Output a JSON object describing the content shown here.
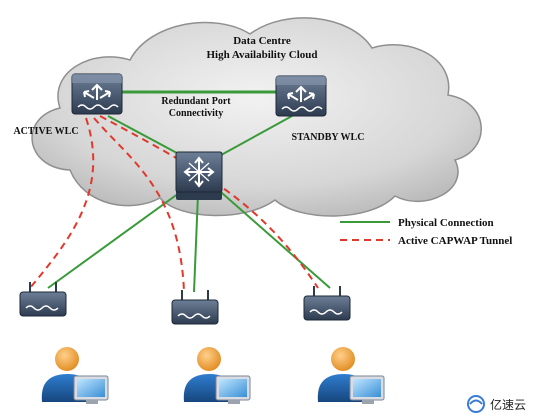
{
  "cloud": {
    "title_line1": "Data Centre",
    "title_line2": "High Availability Cloud"
  },
  "link_label_line1": "Redundant Port",
  "link_label_line2": "Connectivity",
  "nodes": {
    "active_wlc": "ACTIVE WLC",
    "standby_wlc": "STANDBY WLC"
  },
  "legend": {
    "physical": "Physical Connection",
    "capwap": "Active CAPWAP Tunnel"
  },
  "watermark": "亿速云",
  "colors": {
    "physical": "#3a9a3a",
    "capwap": "#e0392b",
    "device": "#3e4f66",
    "cloud": "#cfcfcf",
    "user_head": "#f1a33b",
    "user_body": "#1f5fa8"
  },
  "icons": {
    "wlc": "wireless-controller-icon",
    "switch": "multilayer-switch-icon",
    "ap": "access-point-icon",
    "user": "user-workstation-icon"
  }
}
